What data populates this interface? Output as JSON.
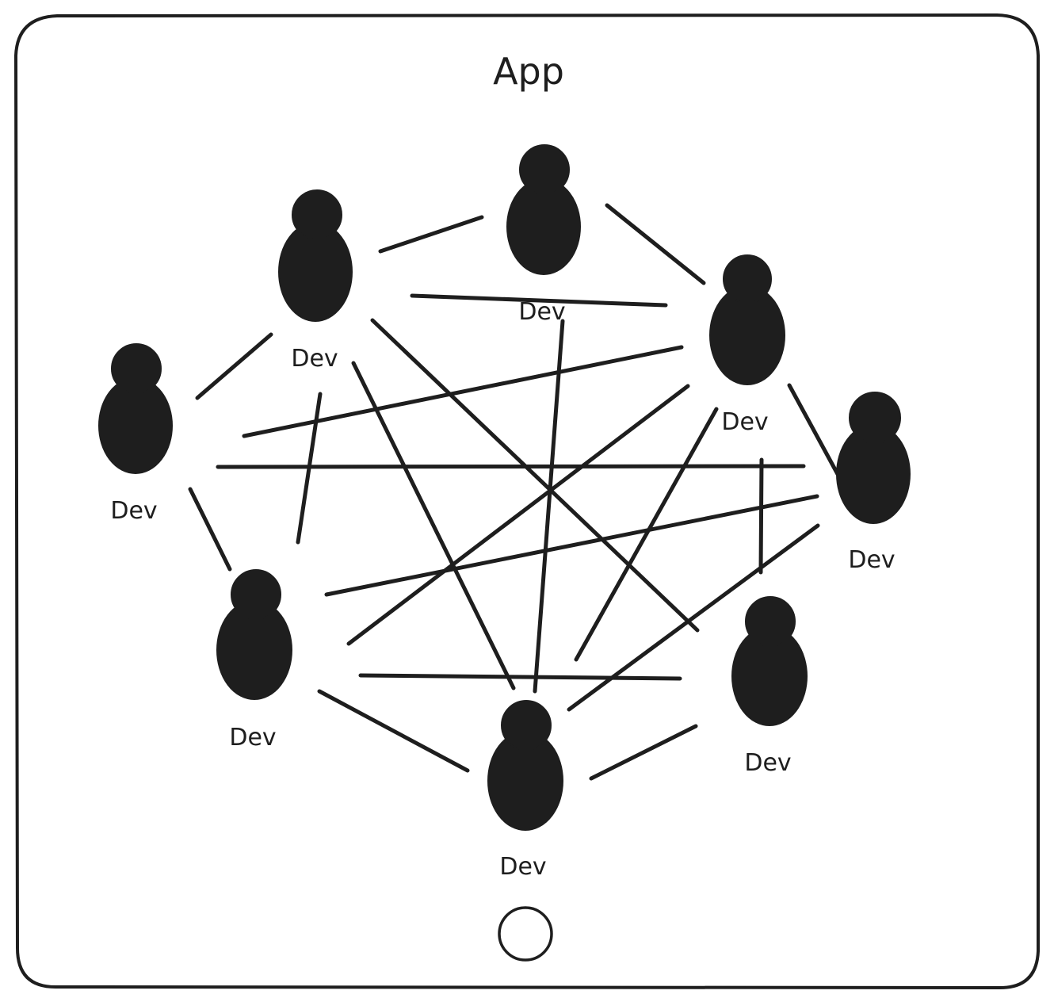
{
  "app": {
    "title": "App"
  },
  "devs": [
    {
      "label": "Dev"
    },
    {
      "label": "Dev"
    },
    {
      "label": "Dev"
    },
    {
      "label": "Dev"
    },
    {
      "label": "Dev"
    },
    {
      "label": "Dev"
    },
    {
      "label": "Dev"
    },
    {
      "label": "Dev"
    }
  ],
  "icons": {
    "developer": "person-icon",
    "home": "home-button-icon"
  },
  "colors": {
    "ink": "#1e1e1e",
    "background": "#ffffff"
  }
}
